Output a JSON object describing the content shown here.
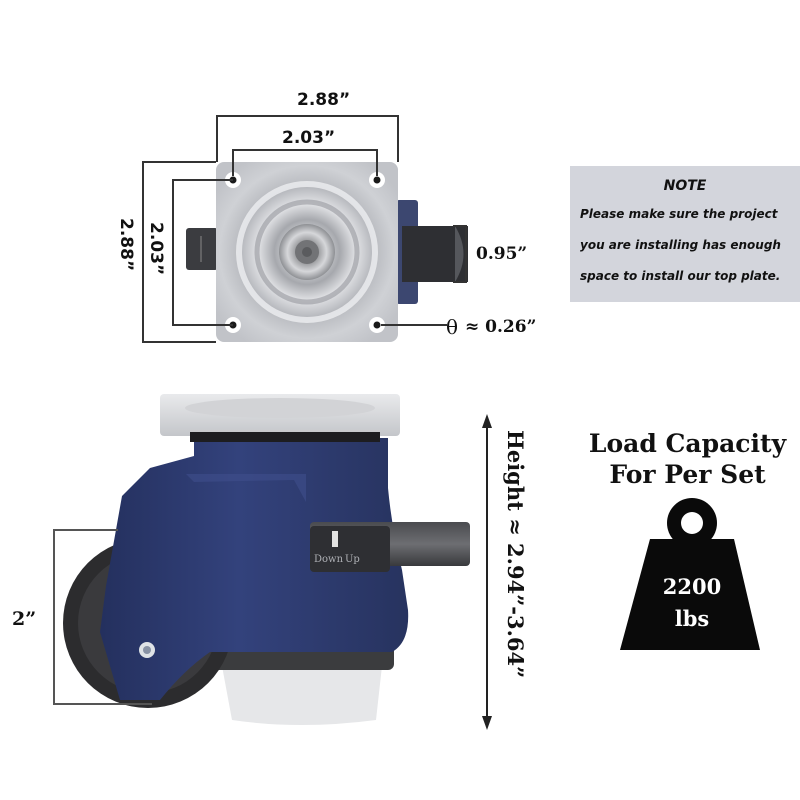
{
  "top_view": {
    "plate_width_label": "2.88”",
    "hole_spacing_width_label": "2.03”",
    "plate_height_label": "2.88”",
    "hole_spacing_height_label": "2.03”",
    "pedal_width_label": "0.95”",
    "hole_diameter_label": "≈ 0.26”",
    "diameter_symbol": "θ"
  },
  "note": {
    "title": "NOTE",
    "lines": [
      "Please make sure the project",
      "you are installing has enough",
      "space to install our top plate."
    ]
  },
  "side_view": {
    "wheel_diameter_label": "2”",
    "height_label": "Height ≈ 2.94”-3.64”",
    "lever_labels": {
      "down": "Down",
      "up": "Up"
    }
  },
  "load_capacity": {
    "title_line1": "Load Capacity",
    "title_line2": "For Per Set",
    "value": "2200",
    "unit": "lbs"
  },
  "colors": {
    "caster_body": "#2c3a72",
    "plate_silver": "#c9cbd0",
    "note_bg": "#d3d5dc",
    "weight_black": "#0a0a0a",
    "dimension_line": "#333333"
  }
}
